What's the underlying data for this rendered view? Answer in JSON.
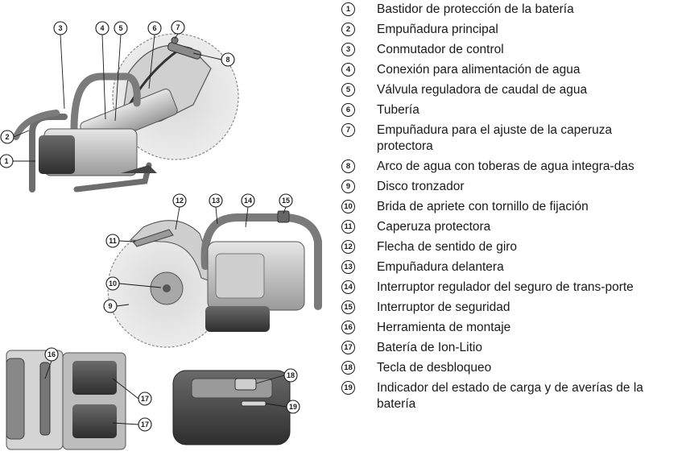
{
  "legend": [
    {
      "num": "1",
      "text": "Bastidor de protección de la batería"
    },
    {
      "num": "2",
      "text": "Empuñadura principal"
    },
    {
      "num": "3",
      "text": "Conmutador de control"
    },
    {
      "num": "4",
      "text": "Conexión para alimentación de agua"
    },
    {
      "num": "5",
      "text": "Válvula reguladora de caudal de agua"
    },
    {
      "num": "6",
      "text": "Tubería"
    },
    {
      "num": "7",
      "text": "Empuñadura para el ajuste de la caperuza protectora"
    },
    {
      "num": "8",
      "text": "Arco de agua con toberas de agua integra-das"
    },
    {
      "num": "9",
      "text": "Disco tronzador"
    },
    {
      "num": "10",
      "text": "Brida de apriete con tornillo de fijación"
    },
    {
      "num": "11",
      "text": "Caperuza protectora"
    },
    {
      "num": "12",
      "text": "Flecha de sentido de giro"
    },
    {
      "num": "13",
      "text": "Empuñadura delantera"
    },
    {
      "num": "14",
      "text": "Interruptor regulador del seguro de trans-porte"
    },
    {
      "num": "15",
      "text": "Interruptor de seguridad"
    },
    {
      "num": "16",
      "text": "Herramienta de montaje"
    },
    {
      "num": "17",
      "text": "Batería de Ion-Litio"
    },
    {
      "num": "18",
      "text": "Tecla de desbloqueo"
    },
    {
      "num": "19",
      "text": "Indicador del estado de carga y de averías de la batería"
    }
  ],
  "figure": {
    "callouts_top": [
      "1",
      "2",
      "3",
      "4",
      "5",
      "6",
      "7",
      "8"
    ],
    "callouts_middle": [
      "9",
      "10",
      "11",
      "12",
      "13",
      "14",
      "15"
    ],
    "callouts_bottom_left": [
      "16",
      "17",
      "17"
    ],
    "callouts_bottom_right": [
      "18",
      "19"
    ]
  }
}
